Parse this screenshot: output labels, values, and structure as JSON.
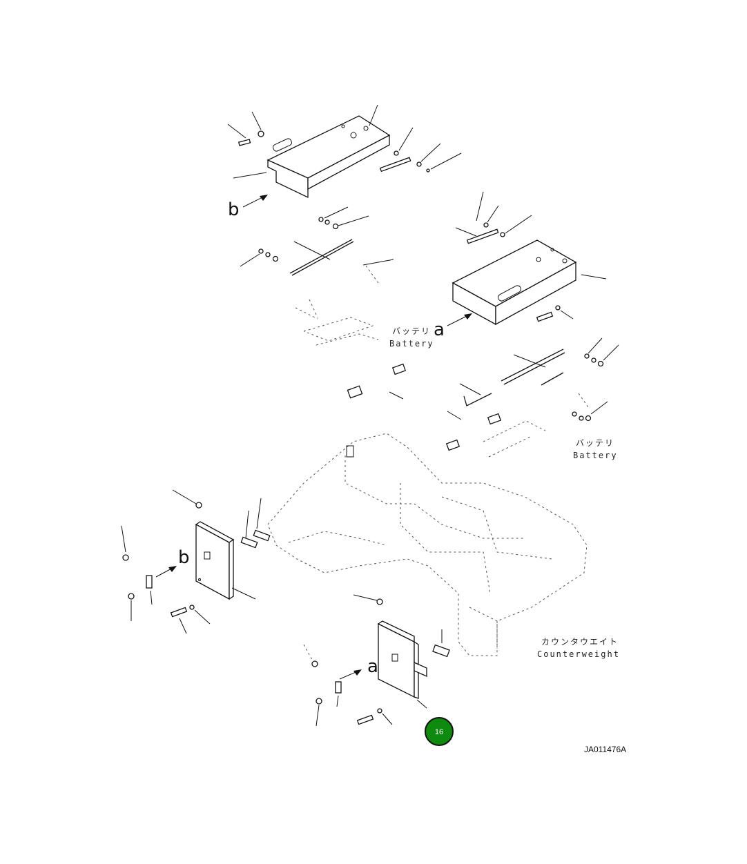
{
  "labels": {
    "battery_jp_1": "バッテリ",
    "battery_en_1": "Battery",
    "battery_jp_2": "バッテリ",
    "battery_en_2": "Battery",
    "counterweight_jp": "カウンタウエイト",
    "counterweight_en": "Counterweight"
  },
  "callouts": {
    "a_upper": "a",
    "a_lower": "a",
    "b_upper": "b",
    "b_lower": "b"
  },
  "badge": {
    "number": "16",
    "color": "#0e8a0e"
  },
  "drawing_code": "JA011476A"
}
